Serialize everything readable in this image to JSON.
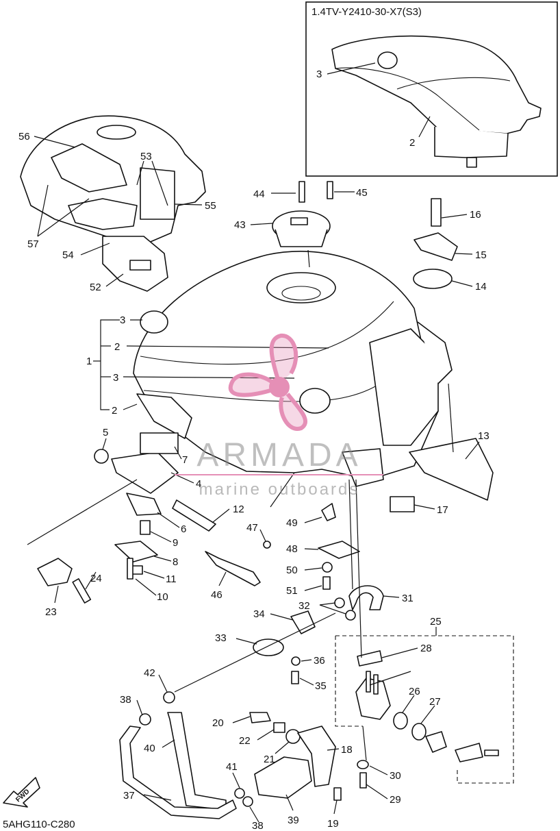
{
  "inset": {
    "title": "1.4TV-Y2410-30-X7(S3)",
    "callouts": [
      "3",
      "2"
    ]
  },
  "callouts": [
    {
      "id": "c1",
      "label": "1"
    },
    {
      "id": "c2a",
      "label": "2"
    },
    {
      "id": "c2b",
      "label": "2"
    },
    {
      "id": "c3a",
      "label": "3"
    },
    {
      "id": "c3b",
      "label": "3"
    },
    {
      "id": "c4",
      "label": "4"
    },
    {
      "id": "c5",
      "label": "5"
    },
    {
      "id": "c6",
      "label": "6"
    },
    {
      "id": "c7",
      "label": "7"
    },
    {
      "id": "c8",
      "label": "8"
    },
    {
      "id": "c9",
      "label": "9"
    },
    {
      "id": "c10",
      "label": "10"
    },
    {
      "id": "c11",
      "label": "11"
    },
    {
      "id": "c12",
      "label": "12"
    },
    {
      "id": "c13",
      "label": "13"
    },
    {
      "id": "c14",
      "label": "14"
    },
    {
      "id": "c15",
      "label": "15"
    },
    {
      "id": "c16",
      "label": "16"
    },
    {
      "id": "c17",
      "label": "17"
    },
    {
      "id": "c18",
      "label": "18"
    },
    {
      "id": "c19",
      "label": "19"
    },
    {
      "id": "c20",
      "label": "20"
    },
    {
      "id": "c21",
      "label": "21"
    },
    {
      "id": "c22",
      "label": "22"
    },
    {
      "id": "c23",
      "label": "23"
    },
    {
      "id": "c24",
      "label": "24"
    },
    {
      "id": "c25",
      "label": "25"
    },
    {
      "id": "c26",
      "label": "26"
    },
    {
      "id": "c27",
      "label": "27"
    },
    {
      "id": "c28",
      "label": "28"
    },
    {
      "id": "c29",
      "label": "29"
    },
    {
      "id": "c30",
      "label": "30"
    },
    {
      "id": "c31",
      "label": "31"
    },
    {
      "id": "c32",
      "label": "32"
    },
    {
      "id": "c33",
      "label": "33"
    },
    {
      "id": "c34",
      "label": "34"
    },
    {
      "id": "c35",
      "label": "35"
    },
    {
      "id": "c36",
      "label": "36"
    },
    {
      "id": "c37",
      "label": "37"
    },
    {
      "id": "c38a",
      "label": "38"
    },
    {
      "id": "c38b",
      "label": "38"
    },
    {
      "id": "c39",
      "label": "39"
    },
    {
      "id": "c40",
      "label": "40"
    },
    {
      "id": "c41",
      "label": "41"
    },
    {
      "id": "c42",
      "label": "42"
    },
    {
      "id": "c43",
      "label": "43"
    },
    {
      "id": "c44",
      "label": "44"
    },
    {
      "id": "c45",
      "label": "45"
    },
    {
      "id": "c46",
      "label": "46"
    },
    {
      "id": "c47",
      "label": "47"
    },
    {
      "id": "c48",
      "label": "48"
    },
    {
      "id": "c49",
      "label": "49"
    },
    {
      "id": "c50",
      "label": "50"
    },
    {
      "id": "c51",
      "label": "51"
    },
    {
      "id": "c52",
      "label": "52"
    },
    {
      "id": "c53",
      "label": "53"
    },
    {
      "id": "c54",
      "label": "54"
    },
    {
      "id": "c55",
      "label": "55"
    },
    {
      "id": "c56",
      "label": "56"
    },
    {
      "id": "c57",
      "label": "57"
    }
  ],
  "fwd_label": "FWD",
  "diagram_code": "5AHG110-C280",
  "watermark": {
    "brand": "ARMADA",
    "tagline": "marine outboards",
    "color": "#e58fb6"
  }
}
